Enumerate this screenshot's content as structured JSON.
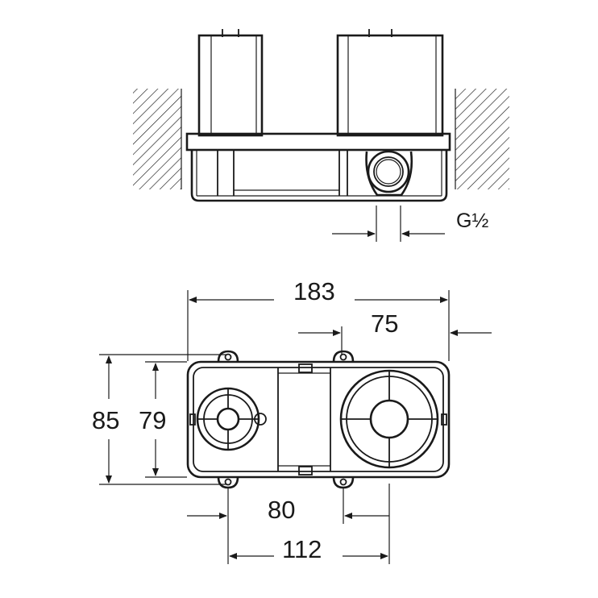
{
  "side_view": {
    "thread_label": "G½"
  },
  "top_view": {
    "dim_overall_width": "183",
    "dim_offset_right": "75",
    "dim_overall_height": "85",
    "dim_inner_height": "79",
    "dim_center_distance": "80",
    "dim_mount_distance": "112"
  }
}
